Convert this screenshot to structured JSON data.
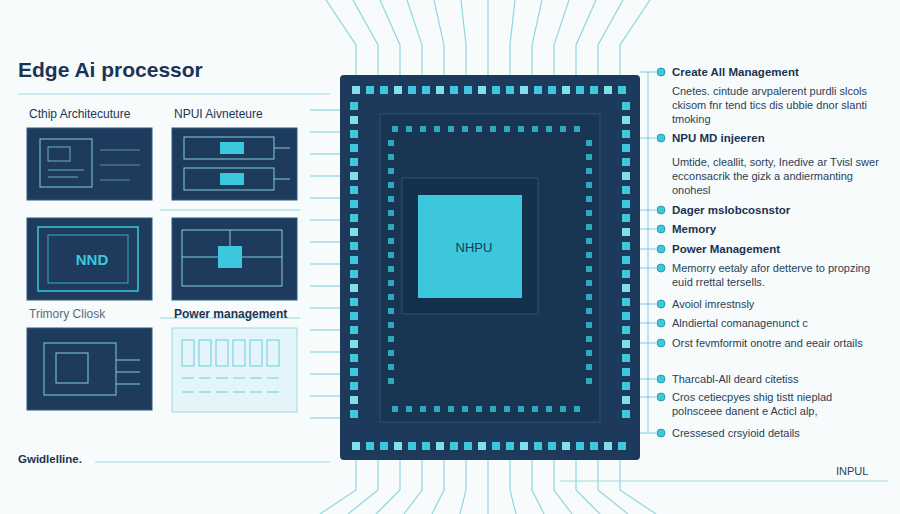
{
  "diagram": {
    "title": "Edge Ai processor",
    "nodes": [
      {
        "text": [
          "Cthip Architecuture"
        ]
      },
      {
        "text": [
          "NPUI Aivneteure"
        ]
      },
      {
        "text": [
          "NND"
        ]
      },
      {
        "text": [
          "Trimory Cliosk"
        ]
      },
      {
        "text": [
          "Power management"
        ]
      },
      {
        "text": [
          "NHPU"
        ]
      }
    ],
    "labels": [
      "Create All Management",
      "Cnetes. cintude arvpalerent purdli slcols ckisom fnr tend tics dis ubbie dnor slanti tmoking",
      "NPU MD injeeren",
      "Umtide, cleallit, sorty, Inedive ar Tvisl swer ecconsacrik the gizk a andiermanting onohesl",
      "Dager mslobcosnstor",
      "Memory",
      "Power Management",
      "Memorry eetaly afor detterve to propzing euid rrettal tersells.",
      "Avoiol imrestnsly",
      "Alndiertal comanagenunct c",
      "Orst fevmformit onotre and eeair ortails",
      "Tharcabl-All deard citetiss",
      "Cros cetiecpyes shig tistt nieplad polnsceee danent e Acticl alp,",
      "Cressesed crsyioid details",
      "Gwidlelline.",
      "INPUL"
    ]
  }
}
